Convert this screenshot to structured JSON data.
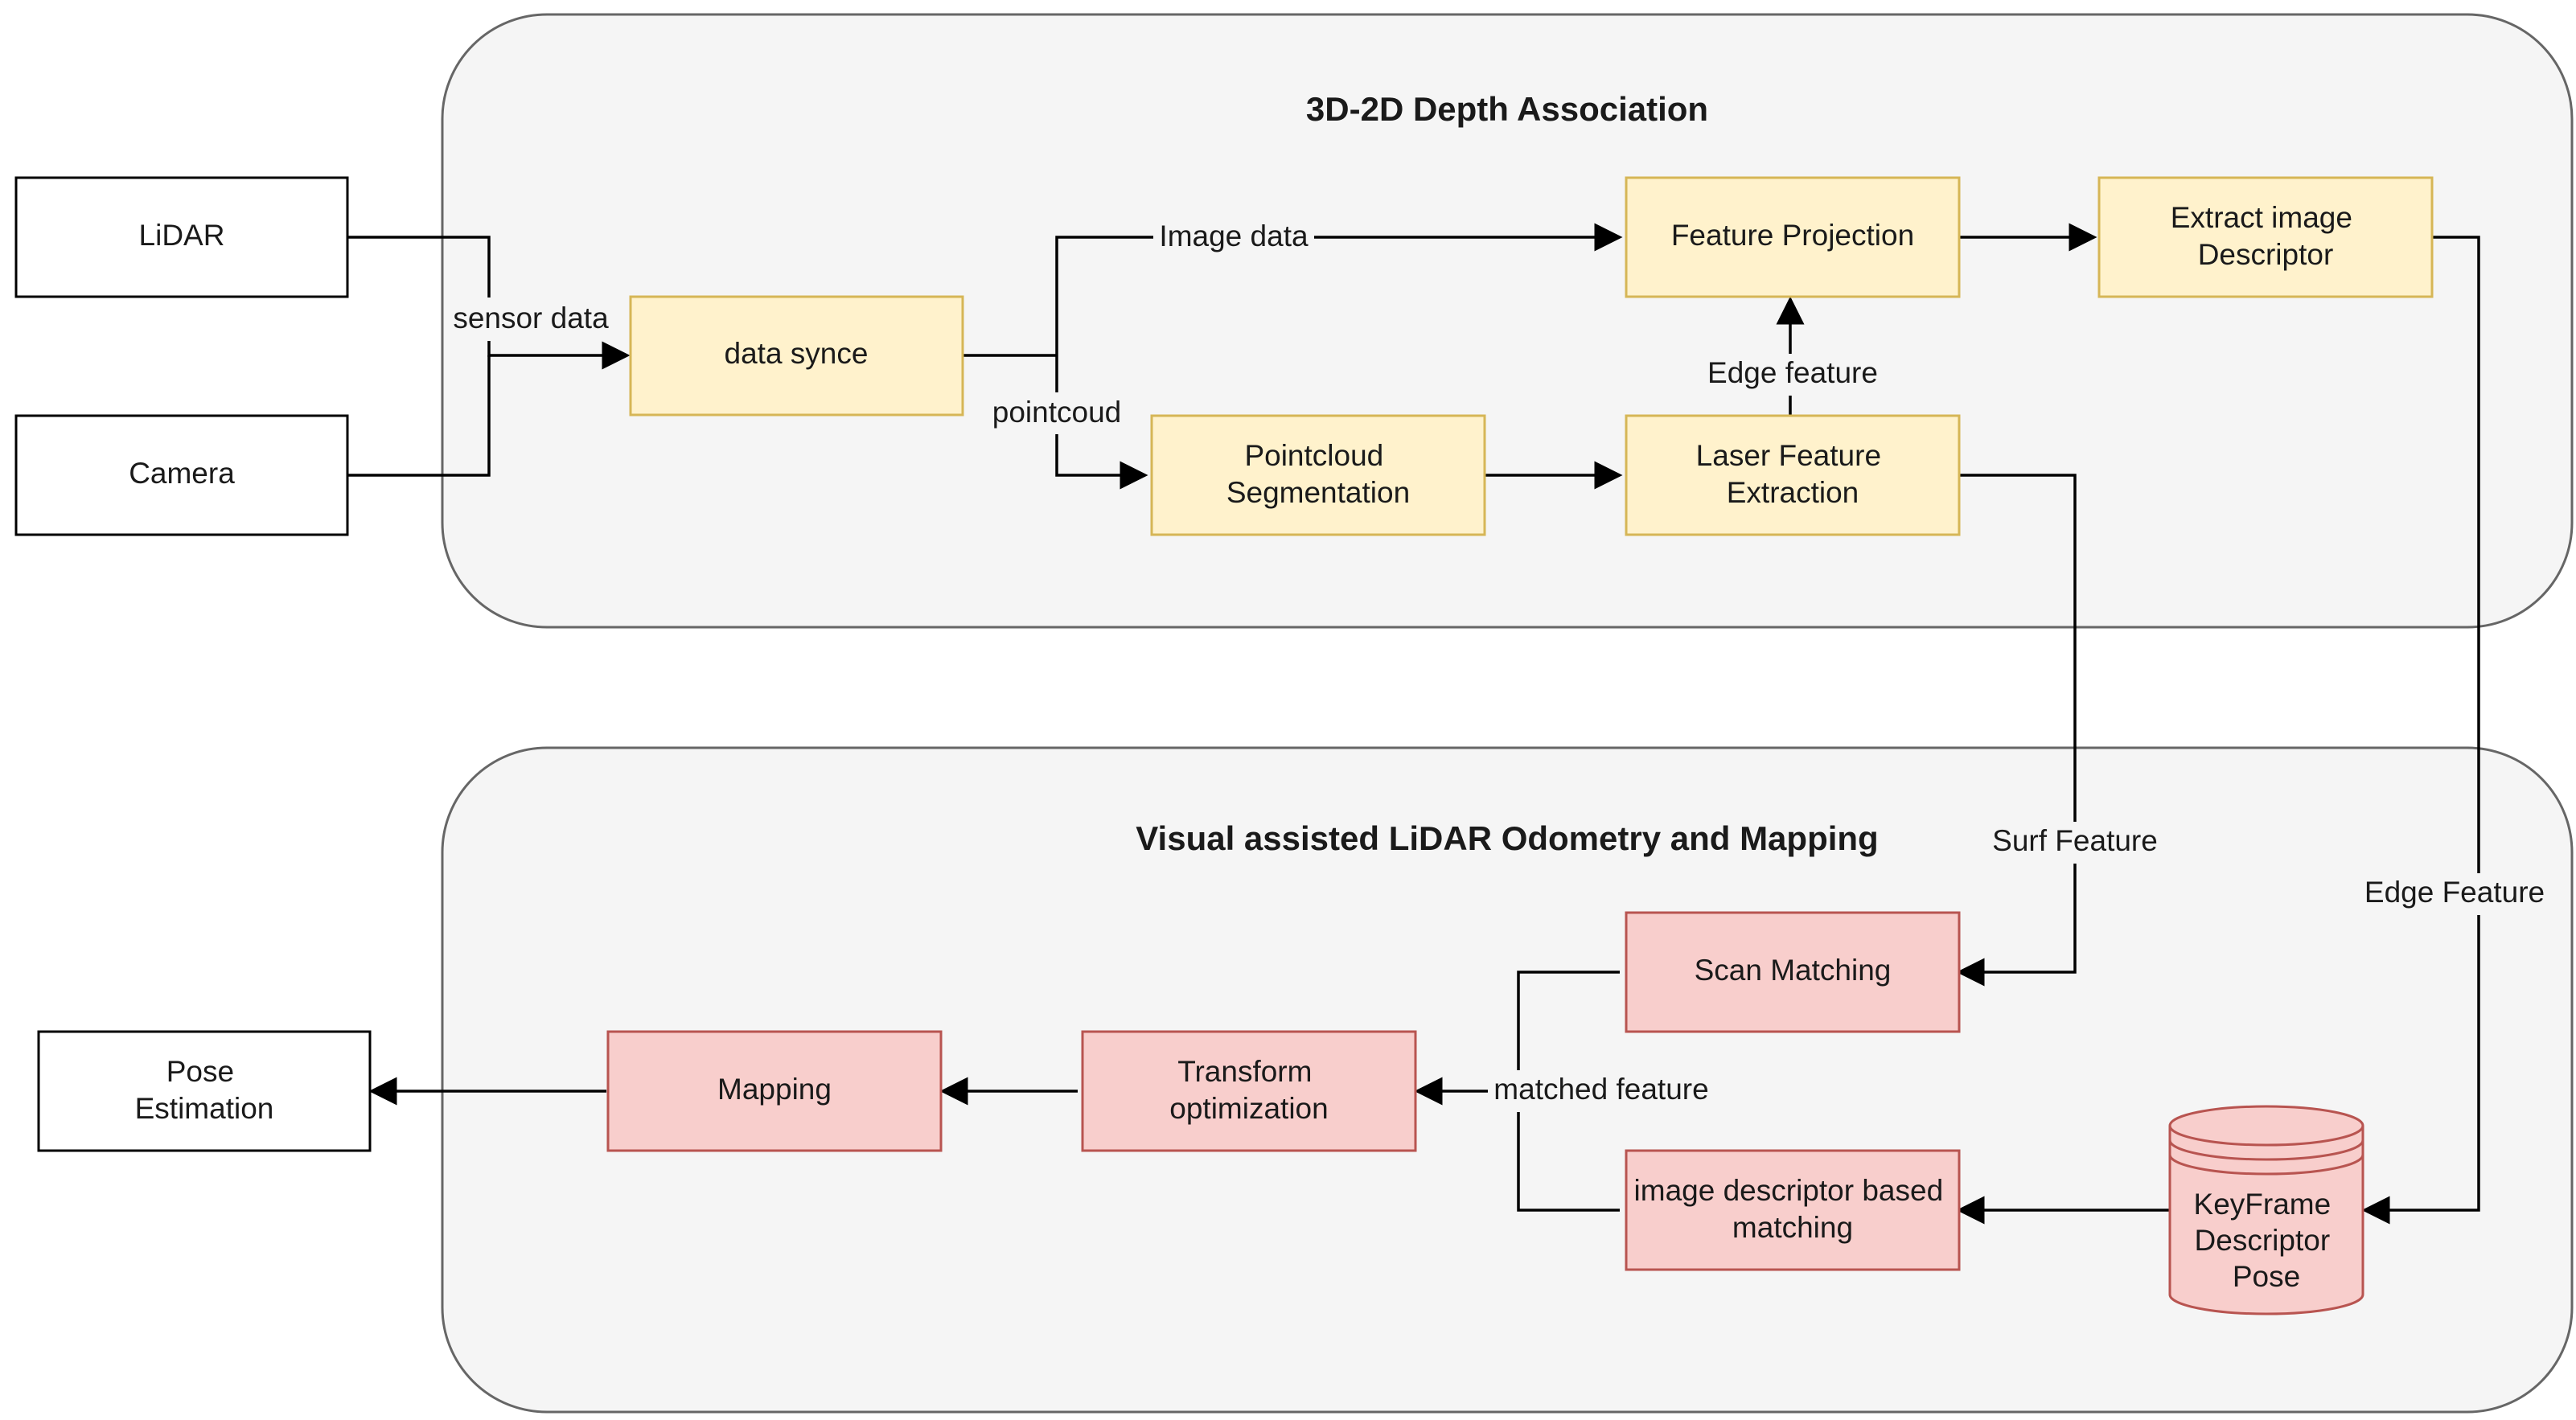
{
  "groups": {
    "depth_association": {
      "title": "3D-2D Depth Association"
    },
    "odometry_mapping": {
      "title": "Visual assisted LiDAR Odometry and Mapping"
    }
  },
  "nodes": {
    "lidar": {
      "lines": [
        "LiDAR"
      ]
    },
    "camera": {
      "lines": [
        "Camera"
      ]
    },
    "data_sync": {
      "lines": [
        "data synce"
      ]
    },
    "pointcloud_segmentation": {
      "lines": [
        "Pointcloud",
        "Segmentation"
      ]
    },
    "laser_feature_extraction": {
      "lines": [
        "Laser Feature",
        "Extraction"
      ]
    },
    "feature_projection": {
      "lines": [
        "Feature Projection"
      ]
    },
    "extract_image_descriptor": {
      "lines": [
        "Extract image",
        "Descriptor"
      ]
    },
    "scan_matching": {
      "lines": [
        "Scan Matching"
      ]
    },
    "image_descriptor_matching": {
      "lines": [
        "image descriptor based",
        "matching"
      ]
    },
    "keyframe_db": {
      "lines": [
        "KeyFrame",
        "Descriptor",
        "Pose"
      ]
    },
    "transform_optimization": {
      "lines": [
        "Transform",
        "optimization"
      ]
    },
    "mapping": {
      "lines": [
        "Mapping"
      ]
    },
    "pose_estimation": {
      "lines": [
        "Pose",
        "Estimation"
      ]
    }
  },
  "edges": {
    "sensor_data": "sensor data",
    "image_data": "Image data",
    "pointcloud": "pointcoud",
    "edge_feature_up": "Edge feature",
    "surf_feature": "Surf Feature",
    "edge_feature_down": "Edge Feature",
    "matched_feature": "matched feature"
  },
  "colors": {
    "group_fill": "#f5f5f5",
    "group_stroke": "#666666",
    "yellow_fill": "#fff2cc",
    "yellow_stroke": "#d6b656",
    "red_fill": "#f8cecc",
    "red_stroke": "#b85450",
    "white_fill": "#ffffff",
    "white_stroke": "#000000"
  }
}
